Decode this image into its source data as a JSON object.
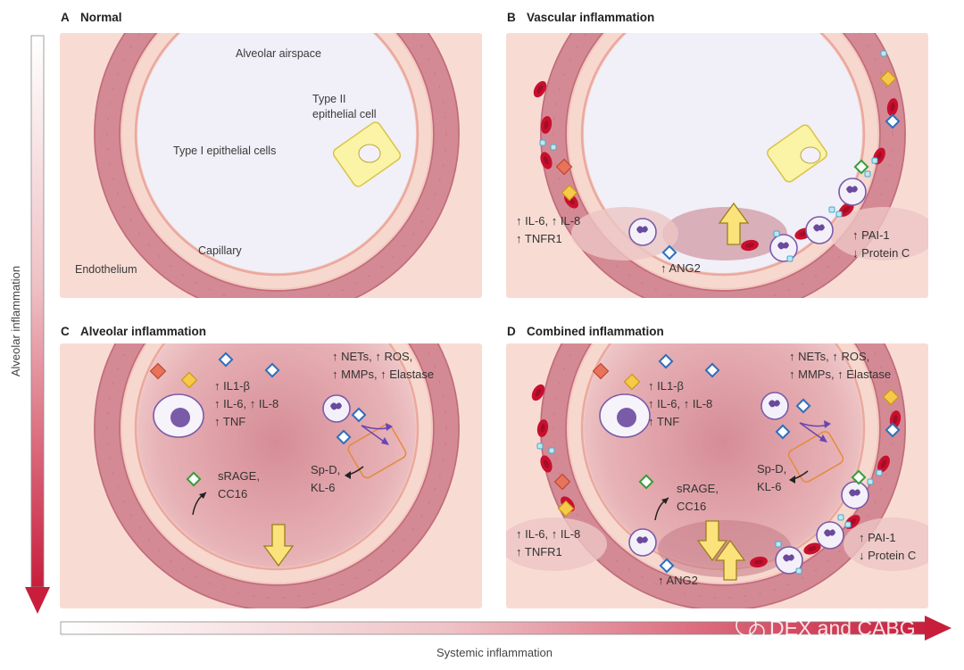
{
  "panels": {
    "a": {
      "letter": "A",
      "title": "Normal",
      "labels": {
        "airspace": "Alveolar airspace",
        "type2_1": "Type II",
        "type2_2": "epithelial cell",
        "type1": "Type I epithelial cells",
        "capillary": "Capillary",
        "endothelium": "Endothelium"
      }
    },
    "b": {
      "letter": "B",
      "title": "Vascular inflammation",
      "markers_left": [
        "↑ IL-6, ↑ IL-8",
        "↑ TNFR1"
      ],
      "marker_bottom": "↑ ANG2",
      "markers_right": [
        "↑ PAI-1",
        "↓ Protein C"
      ]
    },
    "c": {
      "letter": "C",
      "title": "Alveolar inflammation",
      "markers_center": [
        "↑ IL1-β",
        "↑ IL-6, ↑ IL-8",
        "↑ TNF"
      ],
      "markers_top_right": [
        "↑ NETs, ↑ ROS,",
        "↑ MMPs, ↑ Elastase"
      ],
      "markers_sp": [
        "Sp-D,",
        "KL-6"
      ],
      "markers_srage": [
        "sRAGE,",
        "CC16"
      ]
    },
    "d": {
      "letter": "D",
      "title": "Combined inflammation",
      "markers_center": [
        "↑ IL1-β",
        "↑ IL-6, ↑ IL-8",
        "↑ TNF"
      ],
      "markers_top_right": [
        "↑ NETs, ↑ ROS,",
        "↑ MMPs, ↑ Elastase"
      ],
      "markers_sp": [
        "Sp-D,",
        "KL-6"
      ],
      "markers_srage": [
        "sRAGE,",
        "CC16"
      ],
      "markers_left": [
        "↑ IL-6, ↑ IL-8",
        "↑ TNFR1"
      ],
      "marker_bottom": "↑ ANG2",
      "markers_right": [
        "↑ PAI-1",
        "↓ Protein C"
      ]
    }
  },
  "axes": {
    "vertical": "Alveolar inflammation",
    "horizontal": "Systemic inflammation"
  },
  "watermark": "DEX and CABG",
  "colors": {
    "panel_bg": "#f8dcd4",
    "airspace": "#f1eff7",
    "wall": "#d48a94",
    "rbc": "#c8102e",
    "diamond_red": "#e8735a",
    "diamond_yellow": "#f7c948",
    "diamond_blue": "#2d6fbd",
    "diamond_green": "#3a9b3a",
    "axis_red": "#c81e3c"
  }
}
